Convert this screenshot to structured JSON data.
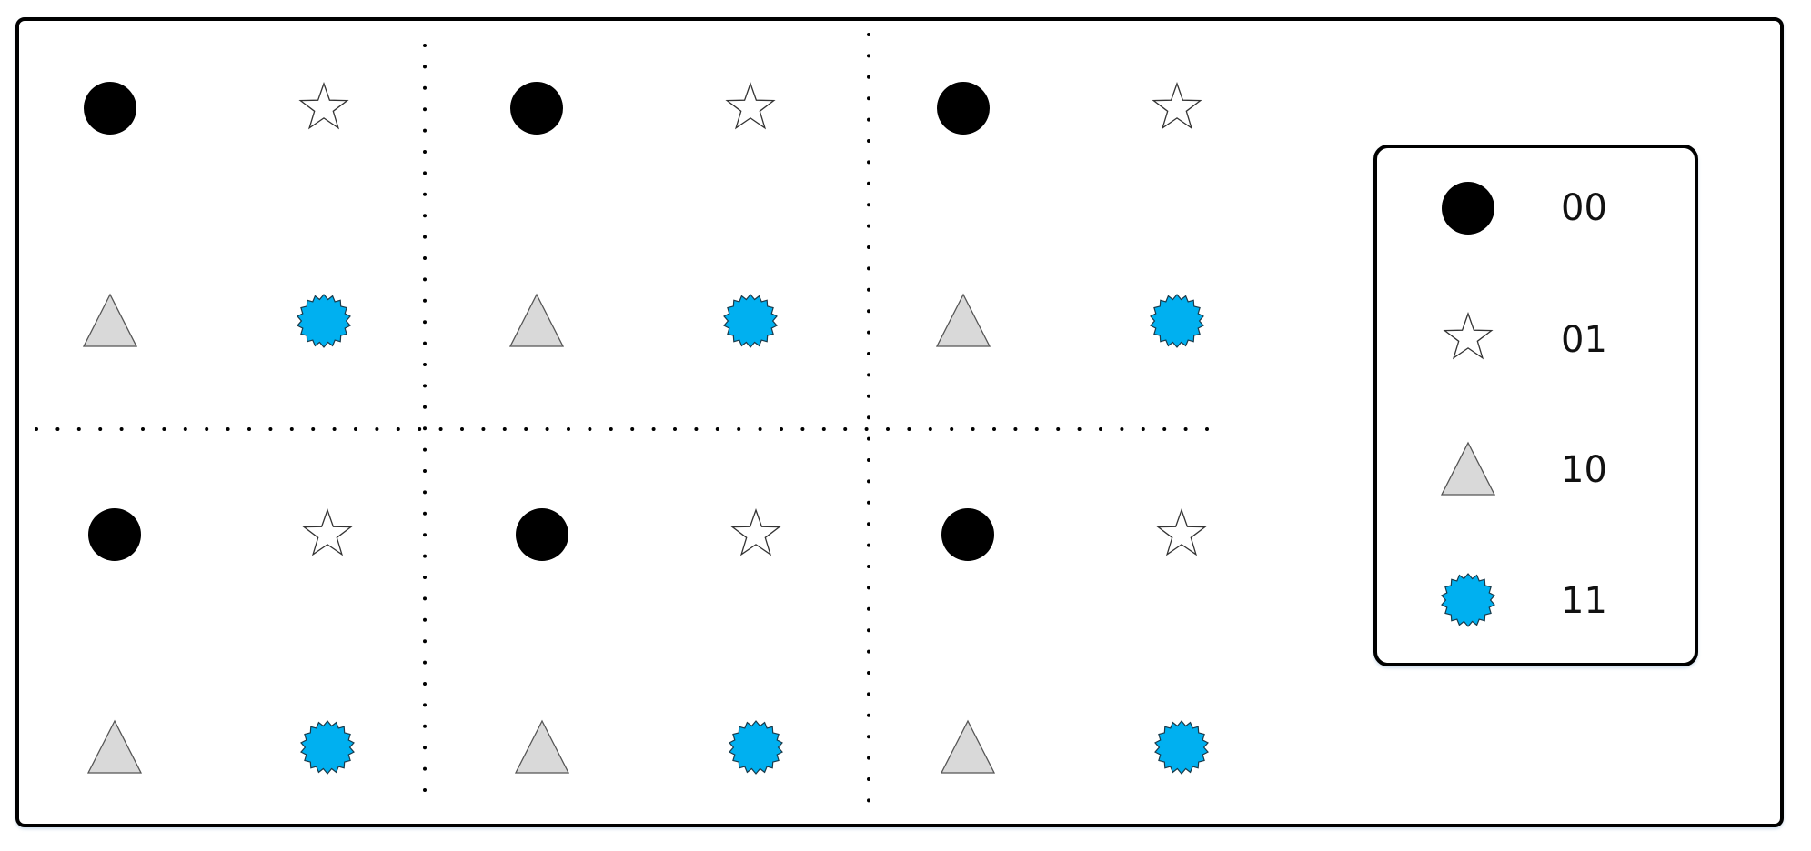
{
  "diagram": {
    "description": "Six 2x2 constellation panels (3 columns x 2 rows) separated by dotted lines, with a legend mapping shapes to 2-bit symbols",
    "panels": [
      {
        "row": 1,
        "col": 1,
        "symbols": [
          "00",
          "01",
          "10",
          "11"
        ]
      },
      {
        "row": 1,
        "col": 2,
        "symbols": [
          "00",
          "01",
          "10",
          "11"
        ]
      },
      {
        "row": 1,
        "col": 3,
        "symbols": [
          "00",
          "01",
          "10",
          "11"
        ]
      },
      {
        "row": 2,
        "col": 1,
        "symbols": [
          "00",
          "01",
          "10",
          "11"
        ]
      },
      {
        "row": 2,
        "col": 2,
        "symbols": [
          "00",
          "01",
          "10",
          "11"
        ]
      },
      {
        "row": 2,
        "col": 3,
        "symbols": [
          "00",
          "01",
          "10",
          "11"
        ]
      }
    ]
  },
  "legend": {
    "items": [
      {
        "shape": "black-circle",
        "label": "00"
      },
      {
        "shape": "white-star",
        "label": "01"
      },
      {
        "shape": "gray-triangle",
        "label": "10"
      },
      {
        "shape": "blue-starburst",
        "label": "11"
      }
    ]
  },
  "colors": {
    "circle": "#000000",
    "star": "#ffffff",
    "triangle": "#d9d9d9",
    "starburst": "#00b0f0",
    "outline": "#000000"
  }
}
